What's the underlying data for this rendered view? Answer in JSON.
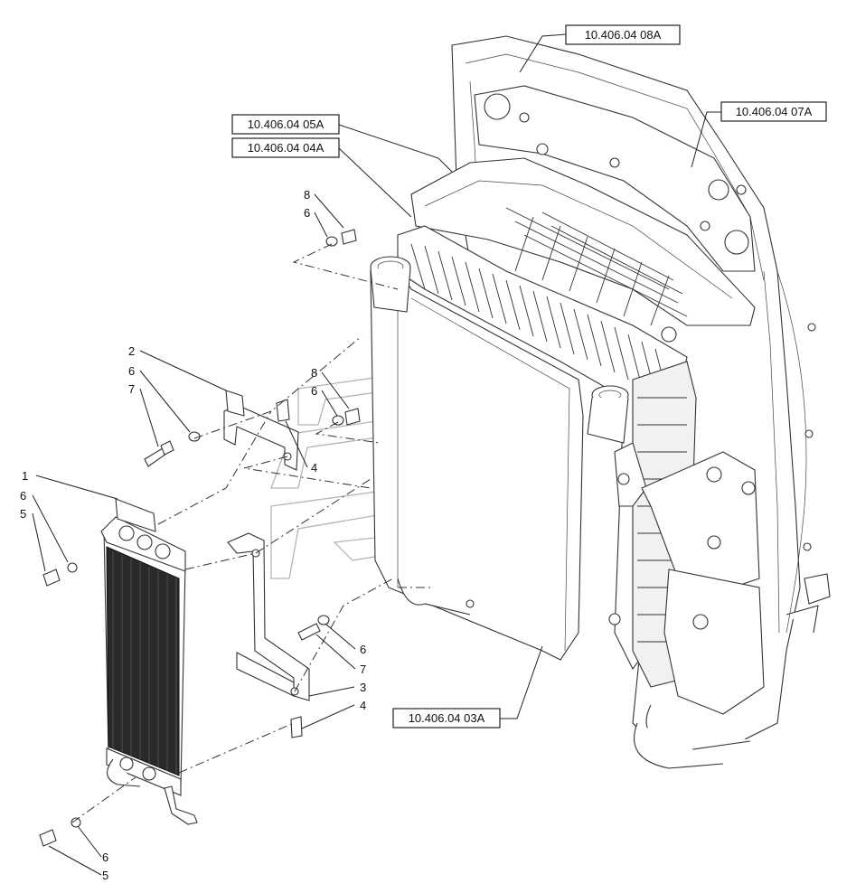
{
  "references": [
    {
      "id": "ref-08a",
      "label": "10.406.04 08A"
    },
    {
      "id": "ref-07a",
      "label": "10.406.04 07A"
    },
    {
      "id": "ref-05a",
      "label": "10.406.04 05A"
    },
    {
      "id": "ref-04a",
      "label": "10.406.04 04A"
    },
    {
      "id": "ref-03a",
      "label": "10.406.04 03A"
    }
  ],
  "callouts": {
    "c8a": "8",
    "c6a": "6",
    "c2": "2",
    "c6b": "6",
    "c7a": "7",
    "c8b": "8",
    "c6c": "6",
    "c4a": "4",
    "c1": "1",
    "c6d": "6",
    "c5a": "5",
    "c6e": "6",
    "c7b": "7",
    "c3": "3",
    "c4b": "4",
    "c6f": "6",
    "c5b": "5"
  }
}
